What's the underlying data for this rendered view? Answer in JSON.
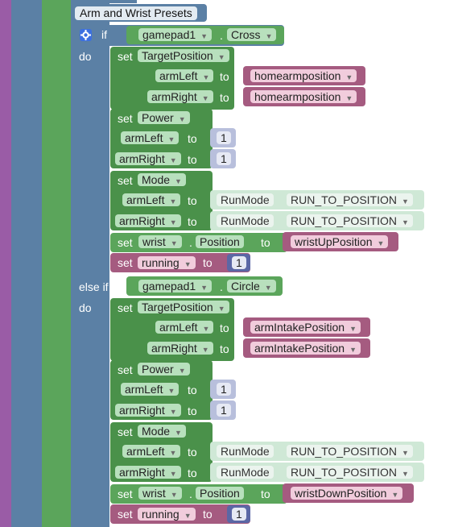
{
  "comment": "Arm and Wrist Presets",
  "kw": {
    "if": "if",
    "else_if": "else if",
    "do": "do",
    "set": "set",
    "to": "to",
    "dot": "."
  },
  "block1": {
    "cond_obj": "gamepad1",
    "cond_prop": "Cross",
    "tp_prop": "TargetPosition",
    "arm_left": "armLeft",
    "arm_right": "armRight",
    "tp_val": "homearmposition",
    "power_prop": "Power",
    "power_val": "1",
    "mode_prop": "Mode",
    "runmode": "RunMode",
    "run_to_position": "RUN_TO_POSITION",
    "wrist": "wrist",
    "position": "Position",
    "wrist_val": "wristUpPosition",
    "running": "running",
    "running_val": "1"
  },
  "block2": {
    "cond_obj": "gamepad1",
    "cond_prop": "Circle",
    "tp_prop": "TargetPosition",
    "arm_left": "armLeft",
    "arm_right": "armRight",
    "tp_val": "armIntakePosition",
    "power_prop": "Power",
    "power_val": "1",
    "mode_prop": "Mode",
    "runmode": "RunMode",
    "run_to_position": "RUN_TO_POSITION",
    "wrist": "wrist",
    "position": "Position",
    "wrist_val": "wristDownPosition",
    "running": "running",
    "running_val": "1"
  },
  "colors": {
    "purple": "#9a5ca6",
    "blue": "#5b80a5",
    "green": "#5ba55b",
    "magenta": "#a55b80",
    "indigo": "#5b67a5"
  },
  "icons": [
    "gear-icon",
    "dropdown-arrow-icon"
  ]
}
